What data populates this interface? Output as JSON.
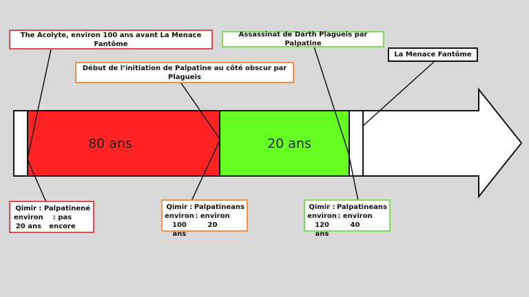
{
  "segments": [
    {
      "label": "80 ans",
      "color": "#ff2323"
    },
    {
      "label": "20 ans",
      "color": "#66ff22"
    }
  ],
  "top_labels": {
    "acolyte": "The Acolyte, environ 100 ans avant La Menace Fantôme",
    "initiation": "Début de l’initiation de Palpatine au côté obscur par Plagueis",
    "assassinat": "Assassinat de Darth Plagueis par Palpatine",
    "menace": "La Menace Fantôme"
  },
  "bottom_labels": {
    "first": [
      "Qimir : environ 20 ans",
      "Palpatine : pas encore",
      "né"
    ],
    "second": [
      "Qimir : environ 100 ans",
      "Palpatine : environ 20",
      "ans"
    ],
    "third": [
      "Qimir : environ 120 ans",
      "Palpatine : environ 40",
      "ans"
    ]
  },
  "colors": {
    "background": "#d9d9d9",
    "red_border": "#e04a4a",
    "orange_border": "#f0924a",
    "green_border": "#7fdc5a"
  }
}
